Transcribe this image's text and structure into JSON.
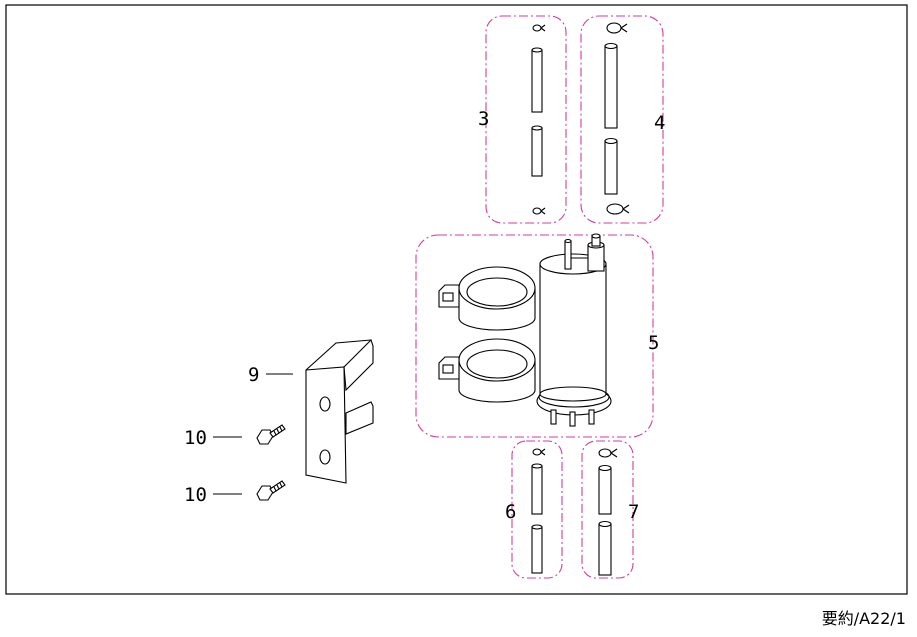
{
  "colors": {
    "group_outline": "#d23ca0",
    "line": "#000000",
    "background": "#ffffff"
  },
  "callouts": {
    "c3": "3",
    "c4": "4",
    "c5": "5",
    "c6": "6",
    "c7": "7",
    "c9": "9",
    "c10a": "10",
    "c10b": "10"
  },
  "footer": {
    "code": "要約/A22/1"
  }
}
